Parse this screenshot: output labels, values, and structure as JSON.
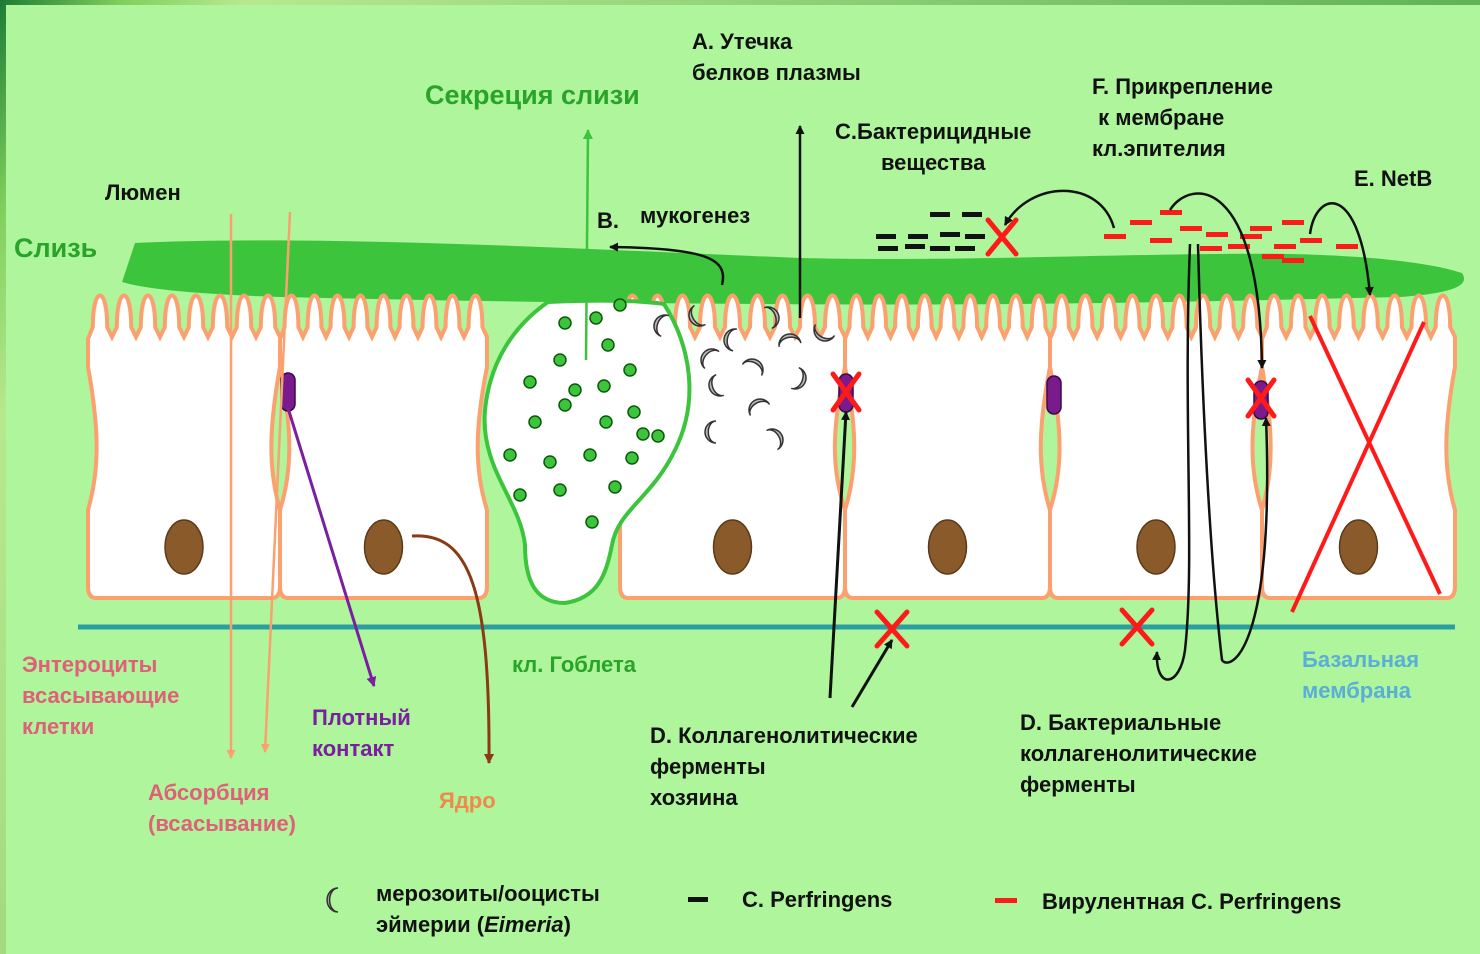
{
  "labels": {
    "lumen": "Люмен",
    "mucus": "Слизь",
    "mucus_secretion": "Секреция слизи",
    "plasma_leak": "А. Утечка\nбелков плазмы",
    "mucogenesis_letter": "B.",
    "mucogenesis": "мукогенез",
    "bactericidal": "C.Бактерицидные\nвещества",
    "attachment": "F. Прикрепление\n к мембране\nкл.эпителия",
    "netb": "E. NetB",
    "enterocytes": "Энтероциты\nвсасывающие\nклетки",
    "absorption": "Абсорбция\n(всасывание)",
    "tight_junction": "Плотный\nконтакт",
    "nucleus": "Ядро",
    "goblet_cell": "кл. Гоблета",
    "host_collagenolytic": "D. Коллагенолитические\nферменты\nхозяина",
    "bacterial_collagenolytic": "D. Бактериальные\nколлагенолитические\nферменты",
    "basal_membrane": "Базальная\nмембрана"
  },
  "legend": {
    "eimeria_prefix": "мерозоиты/ооцисты\nэймерии (",
    "eimeria_italic": "Eimeria",
    "eimeria_suffix": ")",
    "perfringens": "C. Perfringens",
    "virulent_perfringens": "Вирулентная C. Perfringens"
  },
  "colors": {
    "background": "#aef59b",
    "mucus_layer": "#3cc43c",
    "cell_outline": "#fca06f",
    "goblet_outline": "#3cc43c",
    "nucleus": "#8b5a2b",
    "tight_junction": "#7a1a8c",
    "basal_membrane": "#2a9ea0",
    "damage_cross": "#ff1a1a",
    "text_pink": "#e0607a",
    "text_green": "#29a329",
    "text_purple": "#7a1fa0",
    "text_orange": "#f08a4b",
    "text_blue": "#5aaed8"
  }
}
